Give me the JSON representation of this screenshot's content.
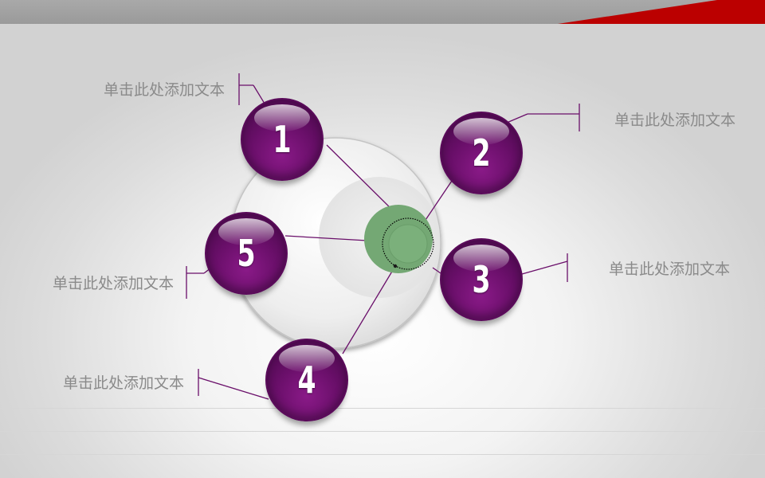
{
  "diagram": {
    "accent_color": "#6a0f6a",
    "hub_color": "#74a874",
    "header_accent_color": "#bb0000",
    "nodes": [
      {
        "number": "1",
        "label": "单击此处添加文本"
      },
      {
        "number": "2",
        "label": "单击此处添加文本"
      },
      {
        "number": "3",
        "label": "单击此处添加文本"
      },
      {
        "number": "4",
        "label": "单击此处添加文本"
      },
      {
        "number": "5",
        "label": "单击此处添加文本"
      }
    ]
  }
}
